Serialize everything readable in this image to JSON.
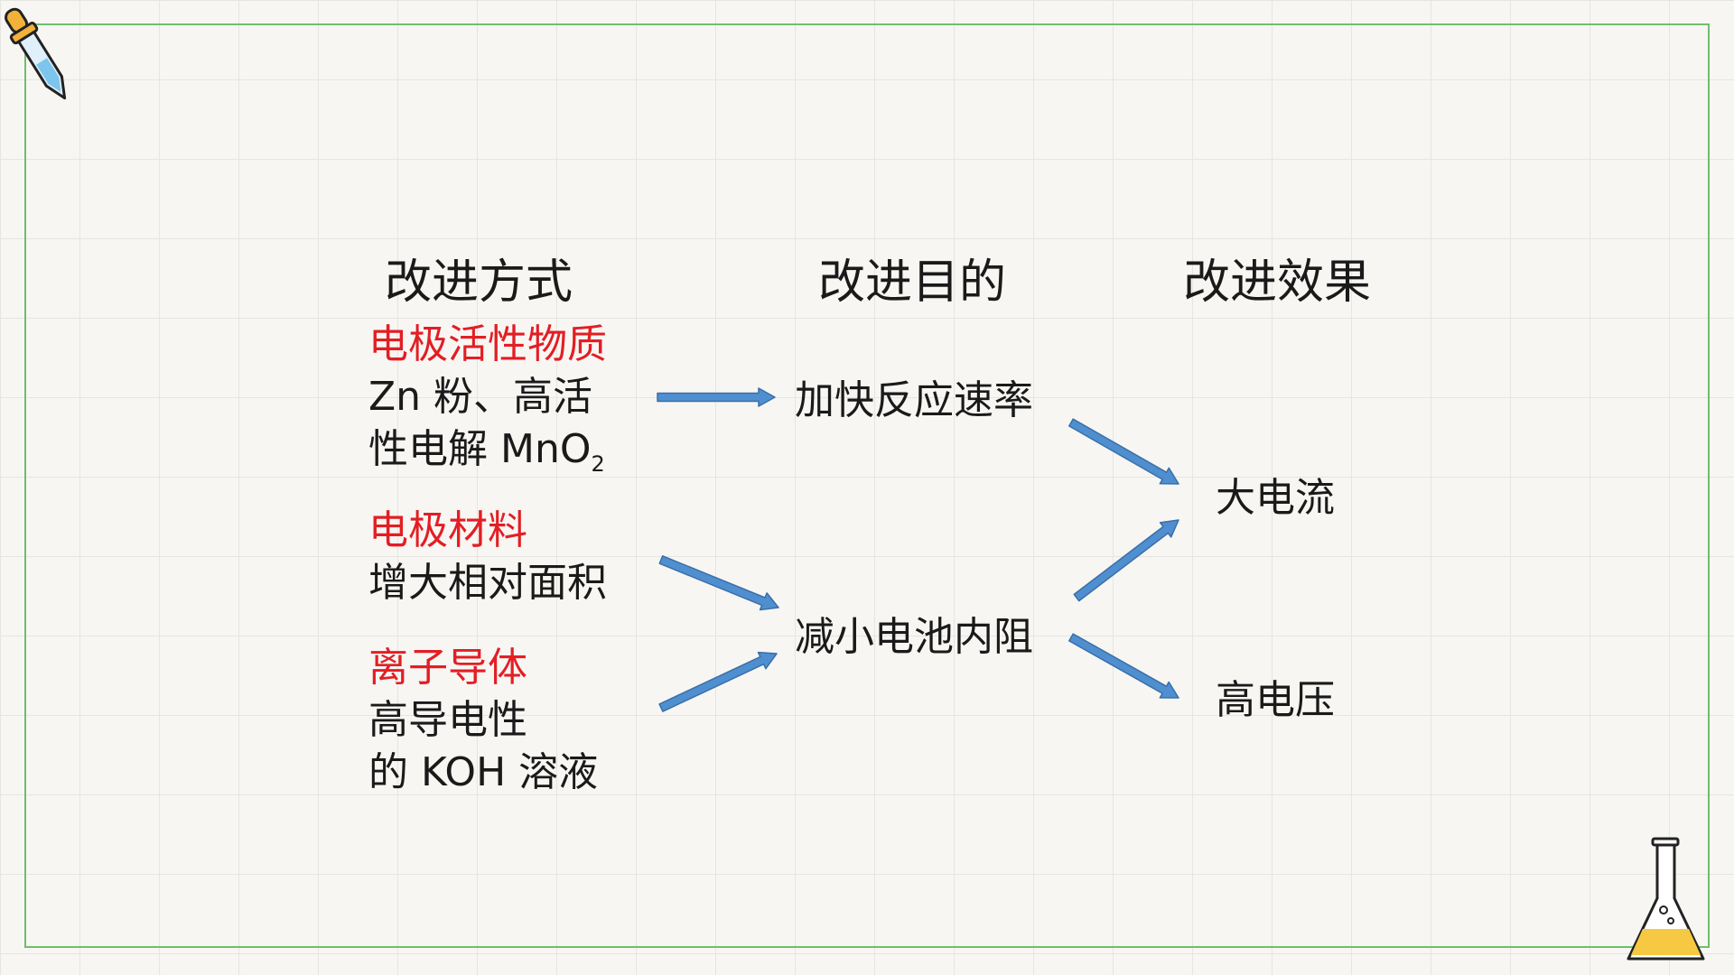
{
  "headers": {
    "method": "改进方式",
    "purpose": "改进目的",
    "effect": "改进效果"
  },
  "methods": [
    {
      "category": "电极活性物质",
      "line1": "Zn 粉、高活",
      "line2_prefix": "性电解 MnO",
      "line2_sub": "2"
    },
    {
      "category": "电极材料",
      "line1": "增大相对面积"
    },
    {
      "category": "离子导体",
      "line1": "高导电性",
      "line2": "的 KOH 溶液"
    }
  ],
  "purposes": {
    "speed": "加快反应速率",
    "resistance": "减小电池内阻"
  },
  "effects": {
    "current": "大电流",
    "voltage": "高电压"
  },
  "colors": {
    "category_text": "#e31e24",
    "arrow_fill": "#4f8fd0",
    "arrow_stroke": "#3a6fa8",
    "frame_border": "#6fbf6a",
    "grid": "#e6e5e1",
    "background": "#f7f6f3"
  },
  "icons": {
    "top_left": "dropper-icon",
    "bottom_right": "flask-icon"
  }
}
